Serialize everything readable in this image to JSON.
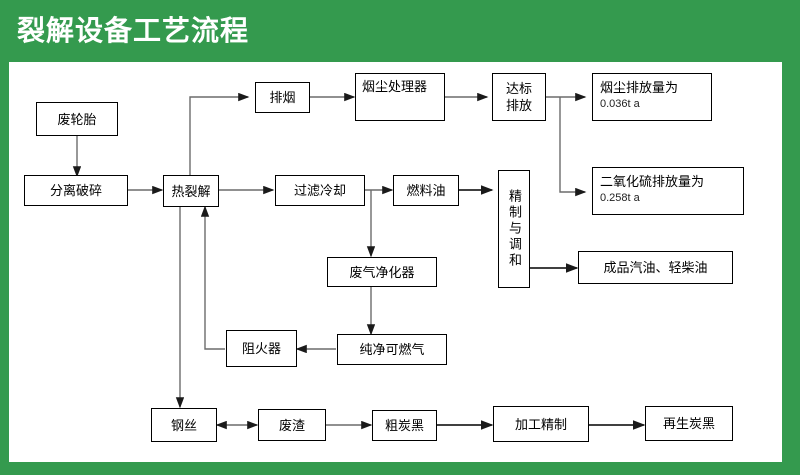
{
  "header": {
    "title": "裂解设备工艺流程",
    "background_color": "#349a4e",
    "title_color": "#ffffff"
  },
  "diagram": {
    "type": "process-flowchart",
    "nodes": {
      "waste_tire": "废轮胎",
      "separate_crush": "分离破碎",
      "pyrolysis": "热裂解",
      "flue_gas": "排烟",
      "dust_treatment": "烟尘处理器",
      "compliant_discharge_l1": "达标",
      "compliant_discharge_l2": "排放",
      "dust_emission_l1": "烟尘排放量为",
      "dust_emission_l2": "0.036t a",
      "so2_emission_l1": "二氧化硫排放量为",
      "so2_emission_l2": "0.258t a",
      "filter_cooling": "过滤冷却",
      "fuel_oil": "燃料油",
      "refine_blend": "精制与调和",
      "finished_products": "成品汽油、轻柴油",
      "exhaust_purifier": "废气净化器",
      "clean_combustible_gas": "纯净可燃气",
      "flame_arrester": "阻火器",
      "steel_wire": "钢丝",
      "waste_residue": "废渣",
      "crude_carbon_black": "粗炭黑",
      "processing_refine": "加工精制",
      "recycled_carbon_black": "再生炭黑"
    },
    "edges": [
      {
        "from": "废轮胎",
        "to": "分离破碎",
        "style": "arrow"
      },
      {
        "from": "分离破碎",
        "to": "热裂解",
        "style": "arrow"
      },
      {
        "from": "热裂解",
        "to": "排烟",
        "style": "arrow"
      },
      {
        "from": "排烟",
        "to": "烟尘处理器",
        "style": "arrow"
      },
      {
        "from": "烟尘处理器",
        "to": "达标排放",
        "style": "arrow"
      },
      {
        "from": "达标排放",
        "to": "烟尘排放量为",
        "style": "arrow"
      },
      {
        "from": "达标排放",
        "to": "二氧化硫排放量为",
        "style": "arrow"
      },
      {
        "from": "热裂解",
        "to": "过滤冷却",
        "style": "arrow"
      },
      {
        "from": "过滤冷却",
        "to": "燃料油",
        "style": "arrow"
      },
      {
        "from": "燃料油",
        "to": "精制与调和",
        "style": "arrow"
      },
      {
        "from": "精制与调和",
        "to": "成品汽油、轻柴油",
        "style": "arrow"
      },
      {
        "from": "过滤冷却",
        "to": "废气净化器",
        "style": "arrow"
      },
      {
        "from": "废气净化器",
        "to": "纯净可燃气",
        "style": "arrow"
      },
      {
        "from": "纯净可燃气",
        "to": "阻火器",
        "style": "arrow"
      },
      {
        "from": "阻火器",
        "to": "热裂解",
        "style": "arrow"
      },
      {
        "from": "热裂解",
        "to": "钢丝",
        "style": "arrow"
      },
      {
        "from": "钢丝",
        "to": "废渣",
        "style": "double-arrow"
      },
      {
        "from": "废渣",
        "to": "粗炭黑",
        "style": "arrow"
      },
      {
        "from": "粗炭黑",
        "to": "加工精制",
        "style": "arrow"
      },
      {
        "from": "加工精制",
        "to": "再生炭黑",
        "style": "arrow"
      }
    ]
  }
}
